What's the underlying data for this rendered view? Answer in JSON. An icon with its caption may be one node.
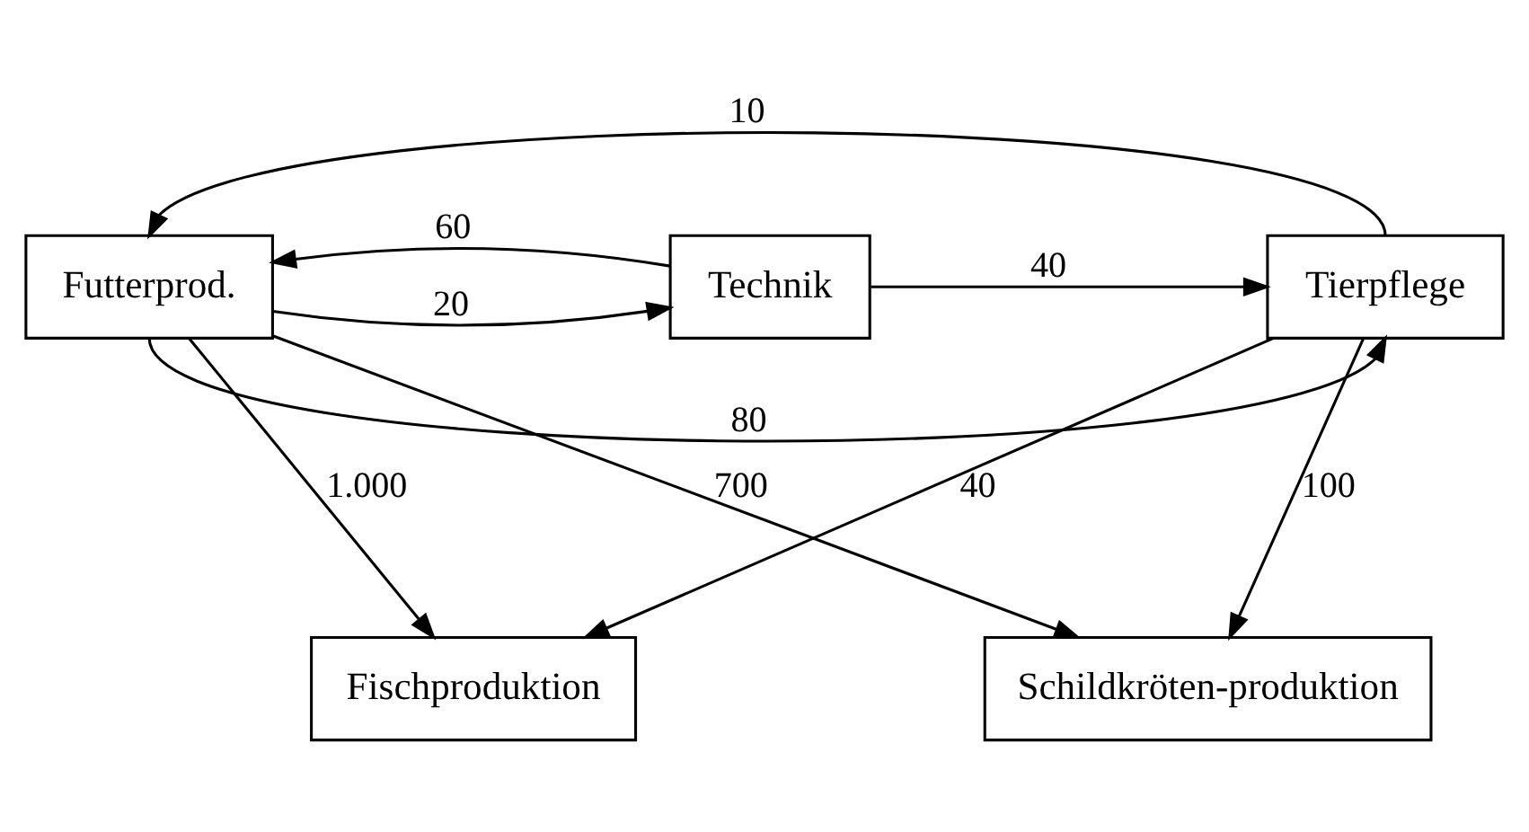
{
  "diagram": {
    "nodes": [
      {
        "text": [
          "Futterprod."
        ]
      },
      {
        "text": [
          "Technik"
        ]
      },
      {
        "text": [
          "Tierpflege"
        ]
      },
      {
        "text": [
          "Fischproduktion"
        ]
      },
      {
        "text": [
          "Schildkröten-produktion"
        ]
      }
    ],
    "edges": [
      {
        "from": 2,
        "to": 0,
        "arrow": "to",
        "label": "10"
      },
      {
        "from": 0,
        "to": 1,
        "arrow": "to",
        "label": "20"
      },
      {
        "from": 1,
        "to": 0,
        "arrow": "to",
        "label": "60"
      },
      {
        "from": 1,
        "to": 2,
        "arrow": "to",
        "label": "40"
      },
      {
        "from": 0,
        "to": 2,
        "arrow": "to",
        "label": "80"
      },
      {
        "from": 0,
        "to": 3,
        "arrow": "to",
        "label": "1.000"
      },
      {
        "from": 0,
        "to": 4,
        "arrow": "to",
        "label": "700"
      },
      {
        "from": 2,
        "to": 3,
        "arrow": "to",
        "label": "40"
      },
      {
        "from": 2,
        "to": 4,
        "arrow": "to",
        "label": "100"
      }
    ]
  }
}
